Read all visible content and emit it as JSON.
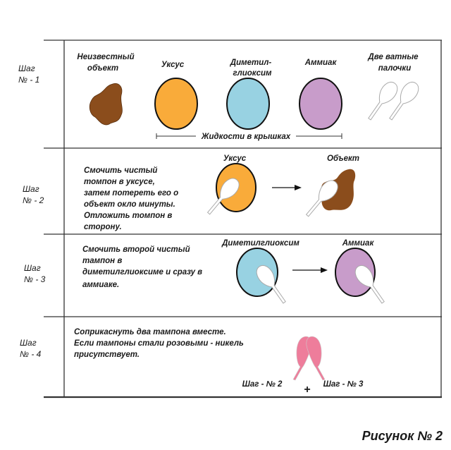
{
  "colors": {
    "object": "#8b4d1c",
    "vinegar": "#f9ab3a",
    "dmg": "#98d2e2",
    "ammonia": "#c89cca",
    "pink": "#ee7d9b",
    "line": "#333333"
  },
  "steps": [
    {
      "word": "Шаг",
      "num": "№ - 1"
    },
    {
      "word": "Шаг",
      "num": "№ - 2"
    },
    {
      "word": "Шаг",
      "num": "№ - 3"
    },
    {
      "word": "Шаг",
      "num": "№ - 4"
    }
  ],
  "row1": {
    "unknown": [
      "Неизвестный",
      "объект"
    ],
    "vinegar": "Уксус",
    "dmg": [
      "Диметил-",
      "глиоксим"
    ],
    "ammonia": "Аммиак",
    "swabs": [
      "Две ватные",
      "палочки"
    ],
    "bracket": "Жидкости в крышках"
  },
  "row2": {
    "text": [
      "Смочить чистый",
      "томпон в уксусе,",
      "затем потереть его о",
      "объект окло минуты.",
      "Отложить томпон в",
      "сторону."
    ],
    "from": "Уксус",
    "to": "Объект"
  },
  "row3": {
    "text": [
      "Смочить второй чистый",
      "тампон в",
      "диметилглиоксиме и сразу в",
      "аммиаке."
    ],
    "from": "Диметилглиоксим",
    "to": "Аммиак"
  },
  "row4": {
    "text": [
      "Соприкаснуть два тампона вместе.",
      "Если тампоны стали розовыми - никель",
      "присутствует."
    ],
    "left": "Шаг - № 2",
    "plus": "+",
    "right": "Шаг - № 3"
  },
  "caption": "Рисунок № 2"
}
